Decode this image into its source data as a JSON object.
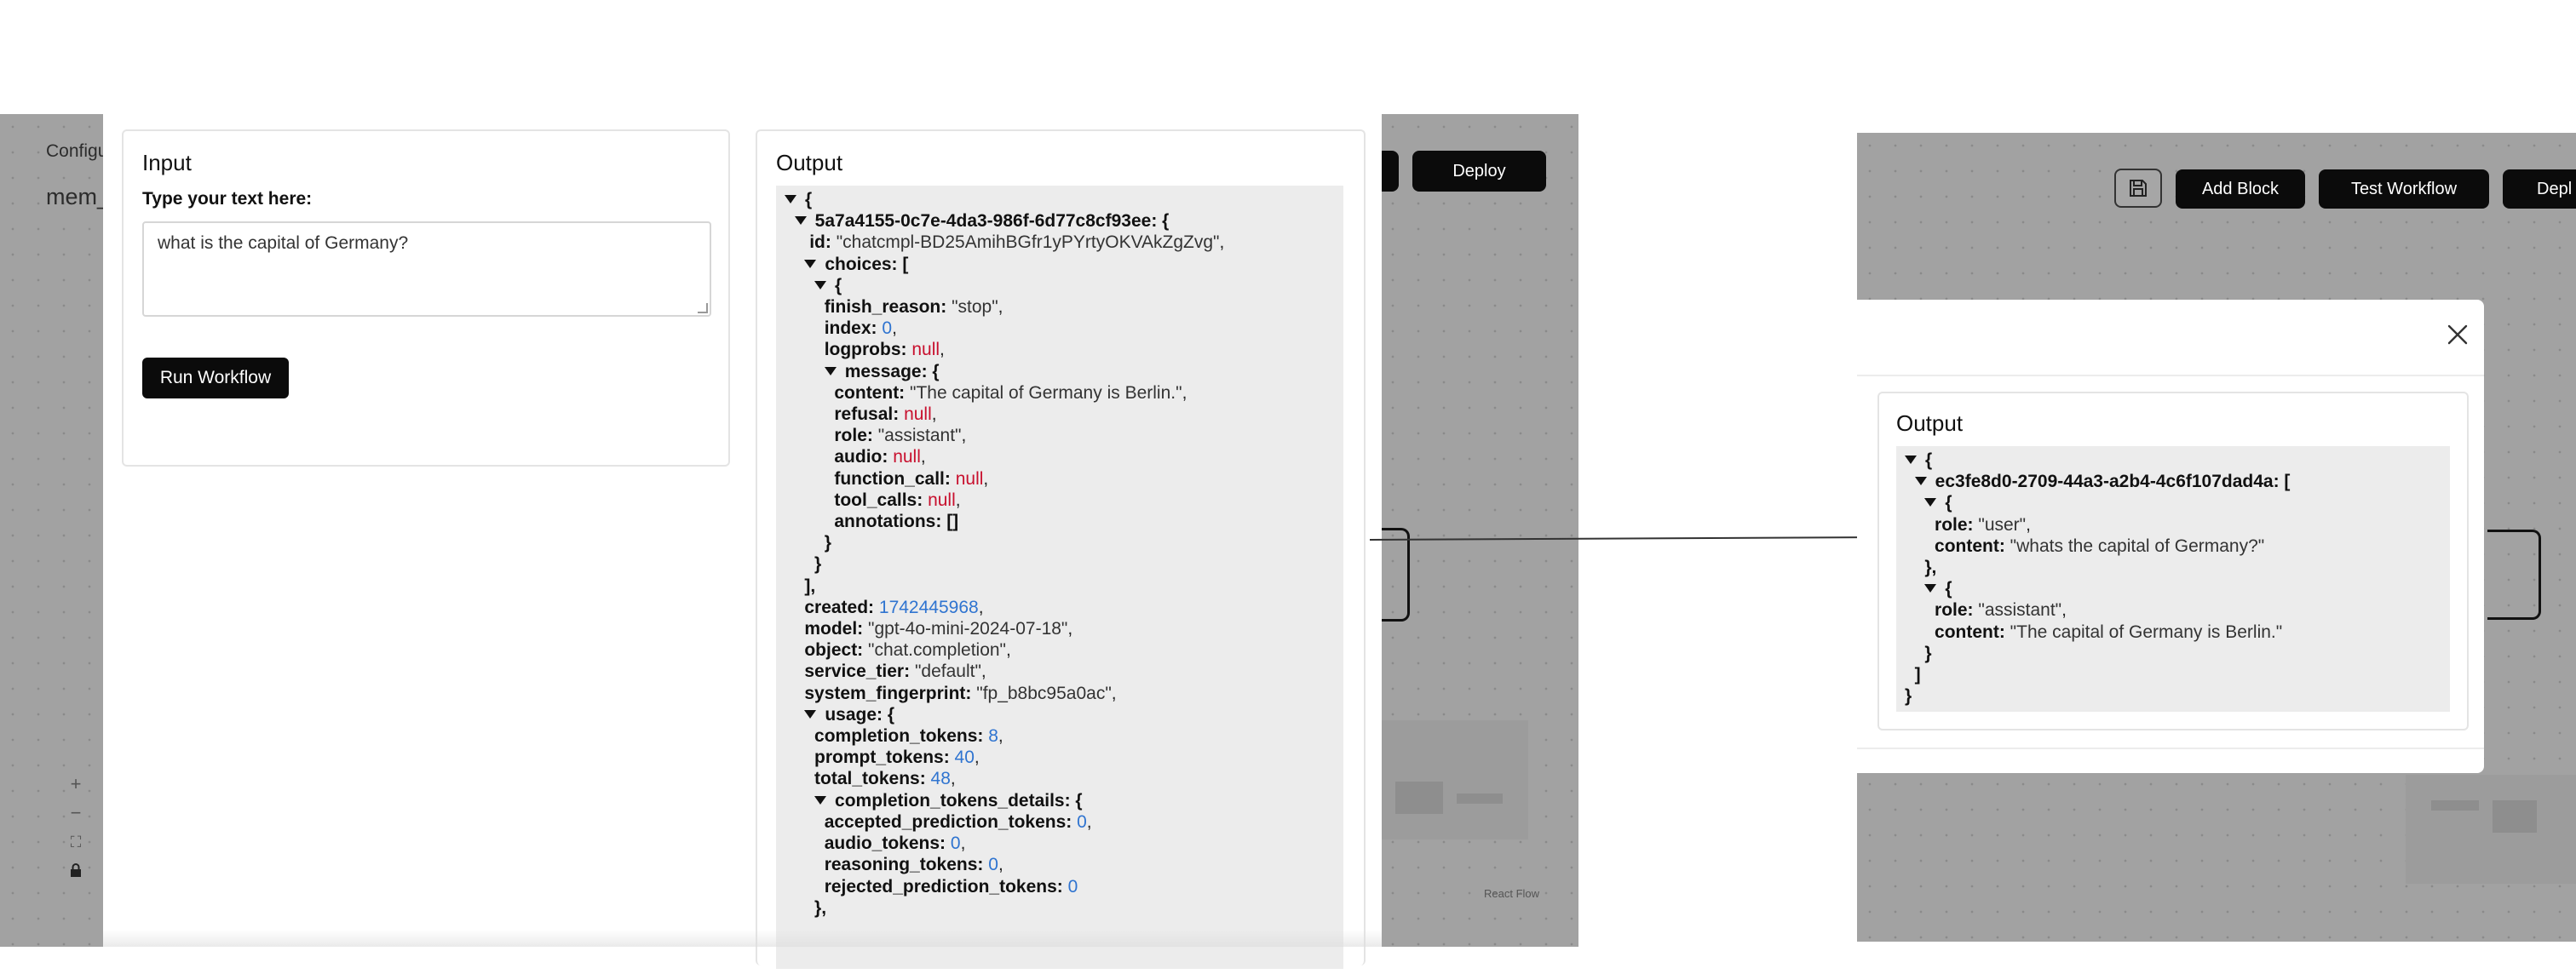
{
  "left_background": {
    "config_label": "Configu",
    "workflow_name": "mem_",
    "deploy_label": "Deploy",
    "react_flow_label": "React Flow",
    "zoom_in_icon": "plus-icon",
    "zoom_out_icon": "minus-icon",
    "fit_icon": "fit-view-icon",
    "lock_icon": "lock-icon"
  },
  "input_card": {
    "title": "Input",
    "field_label": "Type your text here:",
    "field_value": "what is the capital of Germany?",
    "run_button": "Run Workflow"
  },
  "output_card_left": {
    "title": "Output",
    "json": {
      "root_open": "{",
      "key_id": "5a7a4155-0c7e-4da3-986f-6d77c8cf93ee",
      "id_value": "\"chatcmpl-BD25AmihBGfr1yPYrtyOKVAkZgZvg\"",
      "finish_reason": "\"stop\"",
      "index": "0",
      "logprobs": "null",
      "content": "\"The capital of Germany is Berlin.\"",
      "refusal": "null",
      "role": "\"assistant\"",
      "audio": "null",
      "function_call": "null",
      "tool_calls": "null",
      "annotations": "[]",
      "created": "1742445968",
      "model": "\"gpt-4o-mini-2024-07-18\"",
      "object": "\"chat.completion\"",
      "service_tier": "\"default\"",
      "system_fingerprint": "\"fp_b8bc95a0ac\"",
      "completion_tokens": "8",
      "prompt_tokens": "40",
      "total_tokens": "48",
      "accepted_prediction_tokens": "0",
      "audio_tokens": "0",
      "reasoning_tokens": "0",
      "rejected_prediction_tokens": "0"
    }
  },
  "right_background": {
    "save_icon": "save-icon",
    "add_block": "Add Block",
    "test_workflow": "Test Workflow",
    "deploy_partial": "Depl"
  },
  "output_card_right": {
    "title": "Output",
    "close_icon": "close-icon",
    "json": {
      "key_id": "ec3fe8d0-2709-44a3-a2b4-4c6f107dad4a",
      "role_user": "\"user\"",
      "content_user": "\"whats the capital of Germany?\"",
      "role_assistant": "\"assistant\"",
      "content_assistant": "\"The capital of Germany is Berlin.\""
    }
  },
  "colors": {
    "number": "#2f74d0",
    "null": "#c8102e",
    "json_bg": "#ececec",
    "overlay_bg": "#a2a2a2"
  }
}
